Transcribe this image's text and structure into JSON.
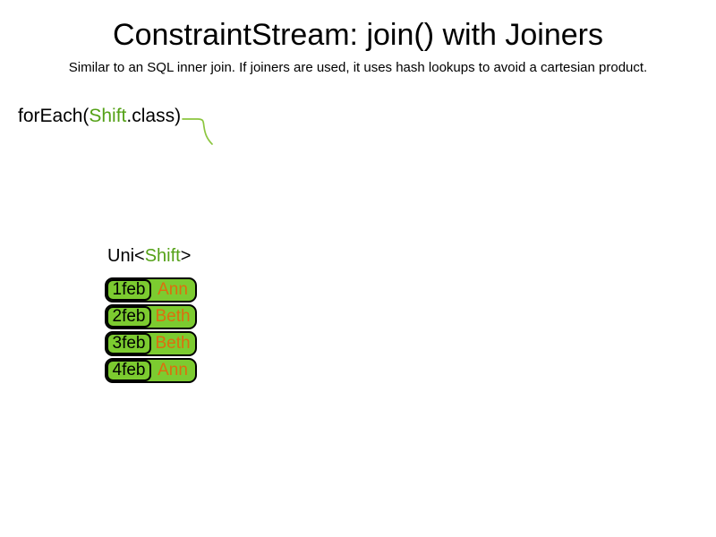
{
  "slide": {
    "title": "ConstraintStream: join() with Joiners",
    "subtitle": "Similar to an SQL inner join. If joiners are used, it uses hash lookups to avoid a cartesian product."
  },
  "code_line": {
    "prefix": "forEach(",
    "highlight": "Shift",
    "suffix": ".class)"
  },
  "uni_label": {
    "prefix": "Uni<",
    "highlight": "Shift",
    "suffix": ">"
  },
  "shift_table": {
    "rows": [
      {
        "date": "1feb",
        "employee": "Ann"
      },
      {
        "date": "2feb",
        "employee": "Beth"
      },
      {
        "date": "3feb",
        "employee": "Beth"
      },
      {
        "date": "4feb",
        "employee": "Ann"
      }
    ]
  },
  "colors": {
    "highlight_green": "#54a117",
    "connector_green": "#8cc63f",
    "cell_green": "#7ccb30",
    "employee_orange": "#dd6e0f",
    "text_black": "#000000",
    "background": "#ffffff"
  }
}
